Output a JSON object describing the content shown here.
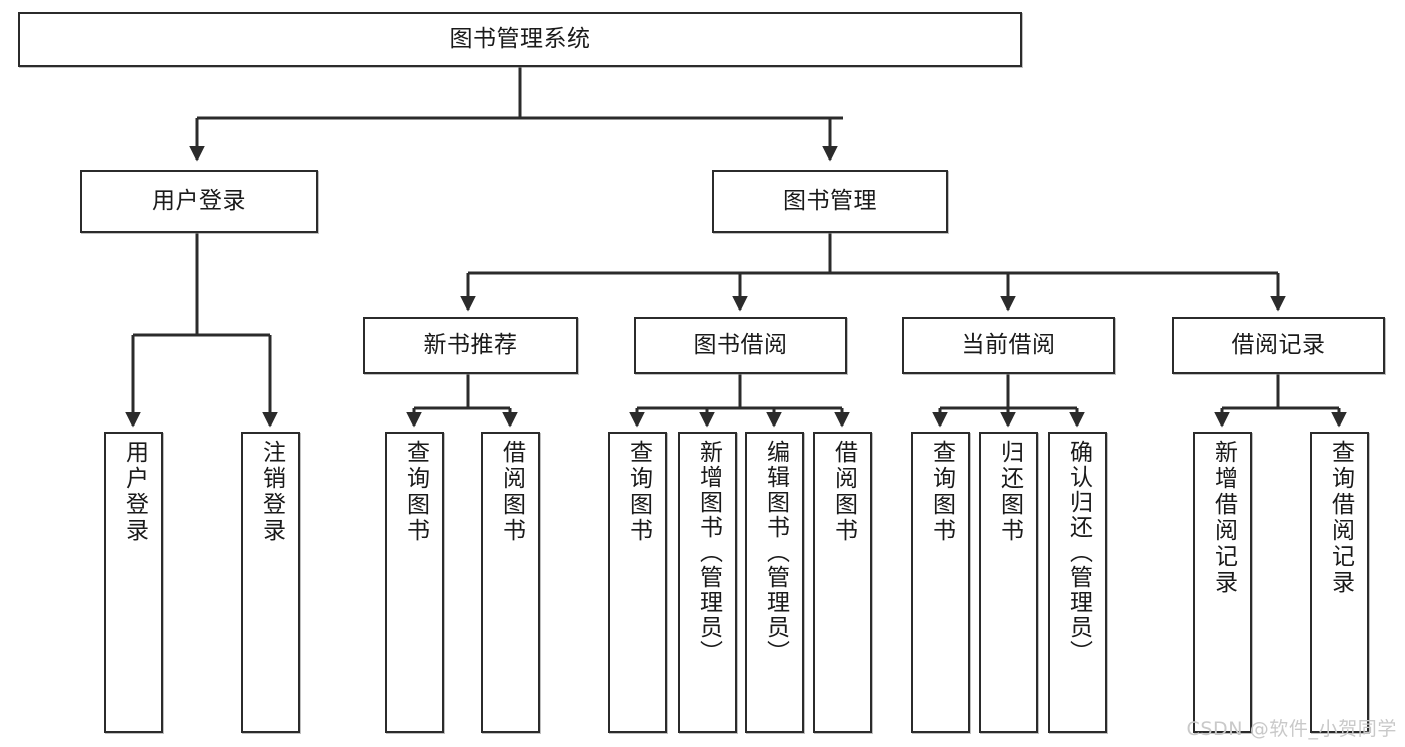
{
  "diagram": {
    "type": "tree",
    "title": "图书管理系统",
    "watermark": "CSDN @软件_小贺同学",
    "colors": {
      "box_border": "#2b2b2b",
      "box_fill": "#ffffff",
      "connector": "#2b2b2b",
      "text": "#1a1a1a",
      "watermark": "#c9c9c9",
      "background": "#ffffff"
    }
  },
  "nodes": {
    "root": {
      "label": "图书管理系统",
      "orientation": "horizontal"
    },
    "level2": [
      {
        "id": "user-login",
        "label": "用户登录",
        "orientation": "horizontal"
      },
      {
        "id": "book-management",
        "label": "图书管理",
        "orientation": "horizontal"
      }
    ],
    "level3": [
      {
        "id": "new-book-recommend",
        "label": "新书推荐",
        "orientation": "horizontal"
      },
      {
        "id": "book-borrow",
        "label": "图书借阅",
        "orientation": "horizontal"
      },
      {
        "id": "current-borrow",
        "label": "当前借阅",
        "orientation": "horizontal"
      },
      {
        "id": "borrow-record",
        "label": "借阅记录",
        "orientation": "horizontal"
      }
    ],
    "leaves": {
      "user-login": [
        {
          "id": "leaf-user-login",
          "label": "用户登录",
          "orientation": "vertical"
        },
        {
          "id": "leaf-user-logout",
          "label": "注销登录",
          "orientation": "vertical"
        }
      ],
      "new-book-recommend": [
        {
          "id": "leaf-query-book-1",
          "label": "查询图书",
          "orientation": "vertical"
        },
        {
          "id": "leaf-borrow-book-1",
          "label": "借阅图书",
          "orientation": "vertical"
        }
      ],
      "book-borrow": [
        {
          "id": "leaf-query-book-2",
          "label": "查询图书",
          "orientation": "vertical"
        },
        {
          "id": "leaf-add-book",
          "label": "新增图书（管理员）",
          "orientation": "vertical"
        },
        {
          "id": "leaf-edit-book",
          "label": "编辑图书（管理员）",
          "orientation": "vertical"
        },
        {
          "id": "leaf-borrow-book-2",
          "label": "借阅图书",
          "orientation": "vertical"
        }
      ],
      "current-borrow": [
        {
          "id": "leaf-query-book-3",
          "label": "查询图书",
          "orientation": "vertical"
        },
        {
          "id": "leaf-return-book",
          "label": "归还图书",
          "orientation": "vertical"
        },
        {
          "id": "leaf-confirm-return",
          "label": "确认归还（管理员）",
          "orientation": "vertical"
        }
      ],
      "borrow-record": [
        {
          "id": "leaf-add-record",
          "label": "新增借阅记录",
          "orientation": "vertical"
        },
        {
          "id": "leaf-query-record",
          "label": "查询借阅记录",
          "orientation": "vertical"
        }
      ]
    }
  }
}
